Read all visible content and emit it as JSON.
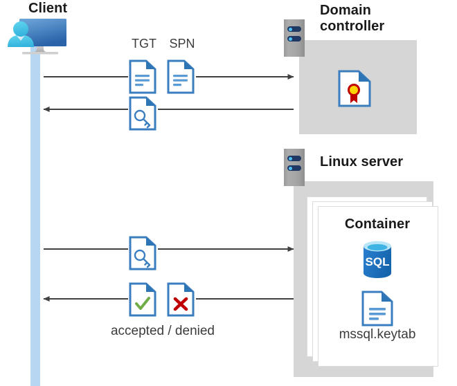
{
  "diagram": {
    "title_client": "Client",
    "title_domain_controller": "Domain\ncontroller",
    "domain_controller_line1": "Domain",
    "domain_controller_line2": "controller",
    "title_linux_server": "Linux server",
    "title_container": "Container",
    "label_tgt": "TGT",
    "label_spn": "SPN",
    "label_keytab": "mssql.keytab",
    "label_result": "accepted / denied"
  },
  "icons": {
    "client": "client-workstation-icon",
    "domain_controller_server": "server-rack-icon",
    "linux_server": "server-rack-icon",
    "certificate": "certificate-document-icon",
    "tgt_document": "text-document-icon",
    "spn_document": "text-document-icon",
    "ticket_key_top": "key-document-icon",
    "ticket_key_bottom": "key-document-icon",
    "accepted": "checkmark-document-icon",
    "denied": "cross-document-icon",
    "sql_database": "sql-database-icon",
    "keytab_document": "text-document-icon"
  },
  "flows": [
    {
      "id": "flow-1",
      "direction": "right",
      "from": "client",
      "to": "domain-controller",
      "payload": "TGT + SPN"
    },
    {
      "id": "flow-2",
      "direction": "left",
      "from": "domain-controller",
      "to": "client",
      "payload": "service ticket"
    },
    {
      "id": "flow-3",
      "direction": "right",
      "from": "client",
      "to": "linux-server",
      "payload": "service ticket"
    },
    {
      "id": "flow-4",
      "direction": "left",
      "from": "linux-server",
      "to": "client",
      "payload": "accepted / denied"
    }
  ],
  "colors": {
    "accent_blue": "#3a7ebf",
    "doc_fold_blue": "#2e75b6",
    "lifeline_blue": "#b7d6f2",
    "zone_gray": "#d6d6d6",
    "server_navy": "#1f3864",
    "server_dot": "#4fc3f7",
    "accepted_green": "#70ad47",
    "denied_red": "#c00000",
    "cert_red": "#c00000",
    "cert_gold": "#ffd400",
    "sql_blue": "#0f6cbd",
    "arrow_gray": "#404040",
    "text_dark": "#1a1a1a"
  }
}
